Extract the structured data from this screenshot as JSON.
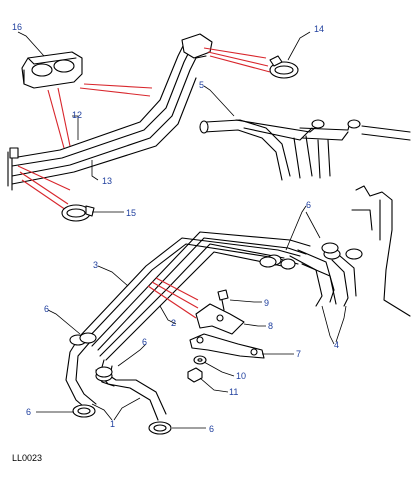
{
  "diagram": {
    "reference_code": "LL0023",
    "callouts": [
      "1",
      "2",
      "3",
      "4",
      "5",
      "6",
      "7",
      "8",
      "9",
      "10",
      "11",
      "12",
      "13",
      "14",
      "15",
      "16"
    ],
    "callout_color": "#1f3f9e",
    "highlight_color": "#d8262c",
    "parts": {
      "hose_assembly_upper": "12",
      "heater_pipe_upper": "13",
      "hose_clip_upper": "14",
      "hose_clip_15": "15",
      "pipe_clip_double": "16",
      "hose_set_upper": "5",
      "hose_set_lower": "1",
      "heater_pipe_lower_a": "2",
      "heater_pipe_lower_b": "3",
      "hose_set_right": "4",
      "hose_clips": "6",
      "bracket_7": "7",
      "bracket_8": "8",
      "bolt": "9",
      "washer": "10",
      "nut": "11"
    }
  }
}
